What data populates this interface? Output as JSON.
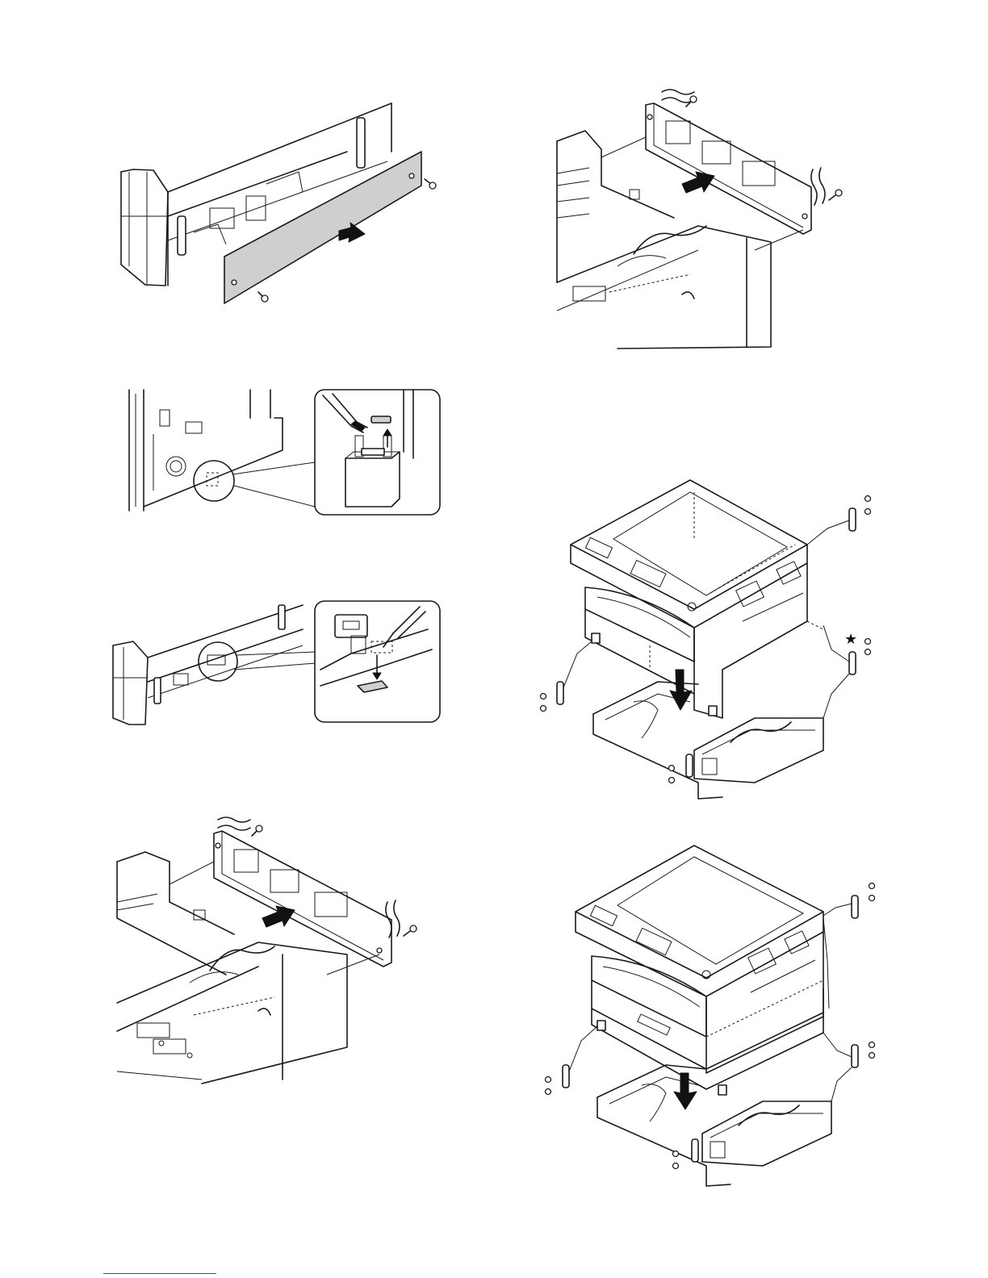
{
  "page": {
    "background": "#ffffff",
    "line_color": "#1a1a1a",
    "panel_fill": "#cfcfcf",
    "footer_rule_color": "#3a4bb0"
  },
  "figures": [
    {
      "name": "side-cover-removal",
      "icons": [
        "screw-icon",
        "screw-icon",
        "arrow-right-icon"
      ]
    },
    {
      "name": "connector-cover-cut",
      "icons": [
        "nipper-icon",
        "arrow-up-icon"
      ]
    },
    {
      "name": "connector-cover-pry",
      "icons": [
        "screwdriver-icon",
        "arrow-down-icon"
      ]
    },
    {
      "name": "rail-plate-attach-left",
      "icons": [
        "screw-icon",
        "screw-icon",
        "arrow-right-icon"
      ]
    },
    {
      "name": "rail-plate-attach-right",
      "icons": [
        "screw-icon",
        "screw-icon",
        "arrow-right-icon"
      ]
    },
    {
      "name": "copier-onto-tray-unit",
      "icons": [
        "screw-icon",
        "arrow-down-icon"
      ]
    },
    {
      "name": "copier-with-drawer-onto-tray-unit",
      "icons": [
        "screw-icon",
        "arrow-down-icon"
      ]
    }
  ],
  "marks": {
    "star": "★"
  }
}
